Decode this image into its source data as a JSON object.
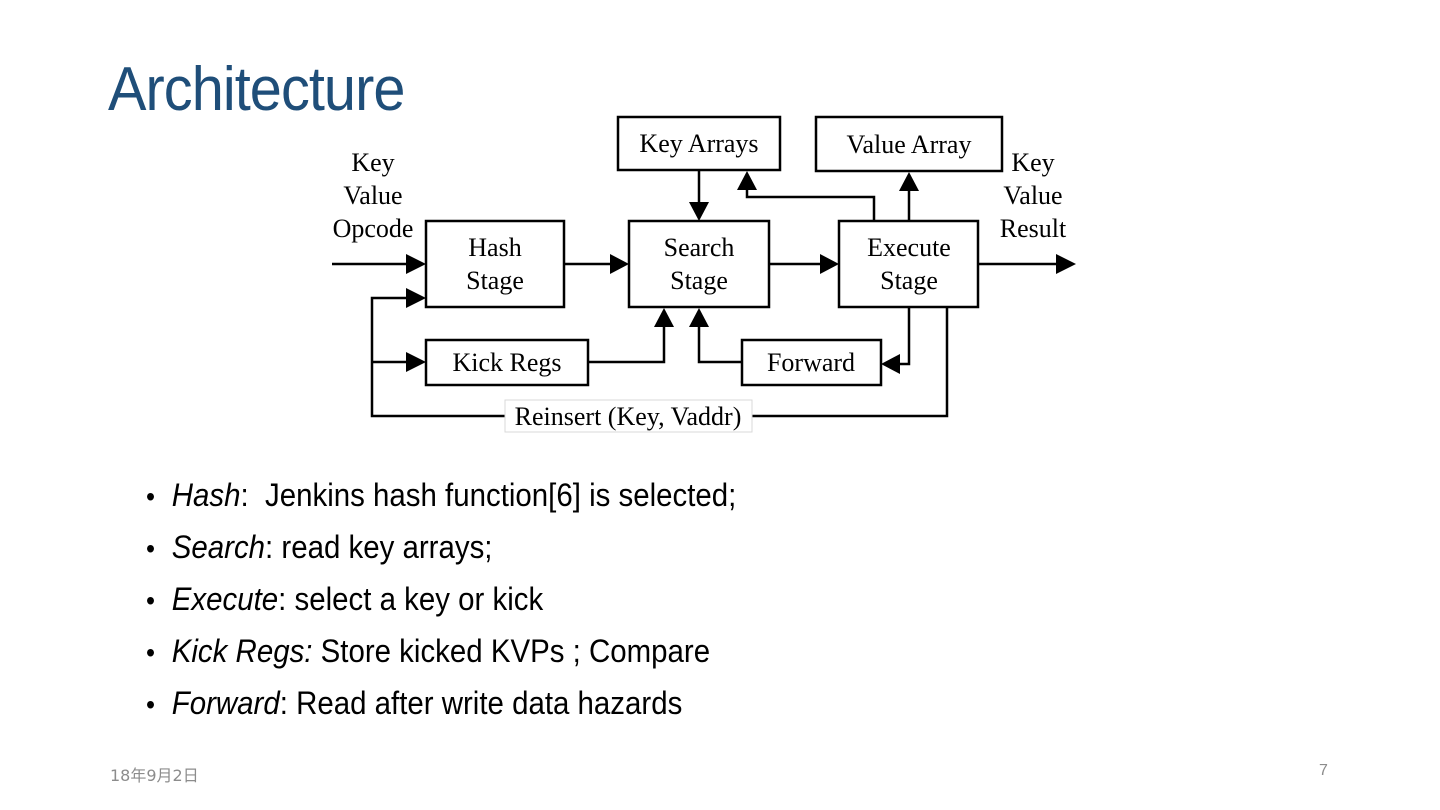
{
  "slide": {
    "title": "Architecture",
    "page_number": "7",
    "date": "18年9月2日"
  },
  "diagram": {
    "blocks": {
      "hash": [
        "Hash",
        "Stage"
      ],
      "search": [
        "Search",
        "Stage"
      ],
      "execute": [
        "Execute",
        "Stage"
      ],
      "key_arrays": "Key Arrays",
      "value_array": "Value Array",
      "kick_regs": "Kick Regs",
      "forward": "Forward"
    },
    "inputs": [
      "Key",
      "Value",
      "Opcode"
    ],
    "outputs": [
      "Key",
      "Value",
      "Result"
    ],
    "reinsert_label": "Reinsert (Key, Vaddr)"
  },
  "bullets": [
    {
      "term": "Hash",
      "sep": ":  ",
      "text": "Jenkins hash function[6] is selected;"
    },
    {
      "term": "Search",
      "sep": ": ",
      "text": "read key arrays;"
    },
    {
      "term": "Execute",
      "sep": ": ",
      "text": "select a key or kick"
    },
    {
      "term": "Kick Regs:",
      "sep": " ",
      "text": "Store kicked KVPs ; Compare"
    },
    {
      "term": "Forward",
      "sep": ": ",
      "text": "Read after write data hazards"
    }
  ],
  "colors": {
    "title": "#1f4e79",
    "footer": "#8c8c8c"
  }
}
